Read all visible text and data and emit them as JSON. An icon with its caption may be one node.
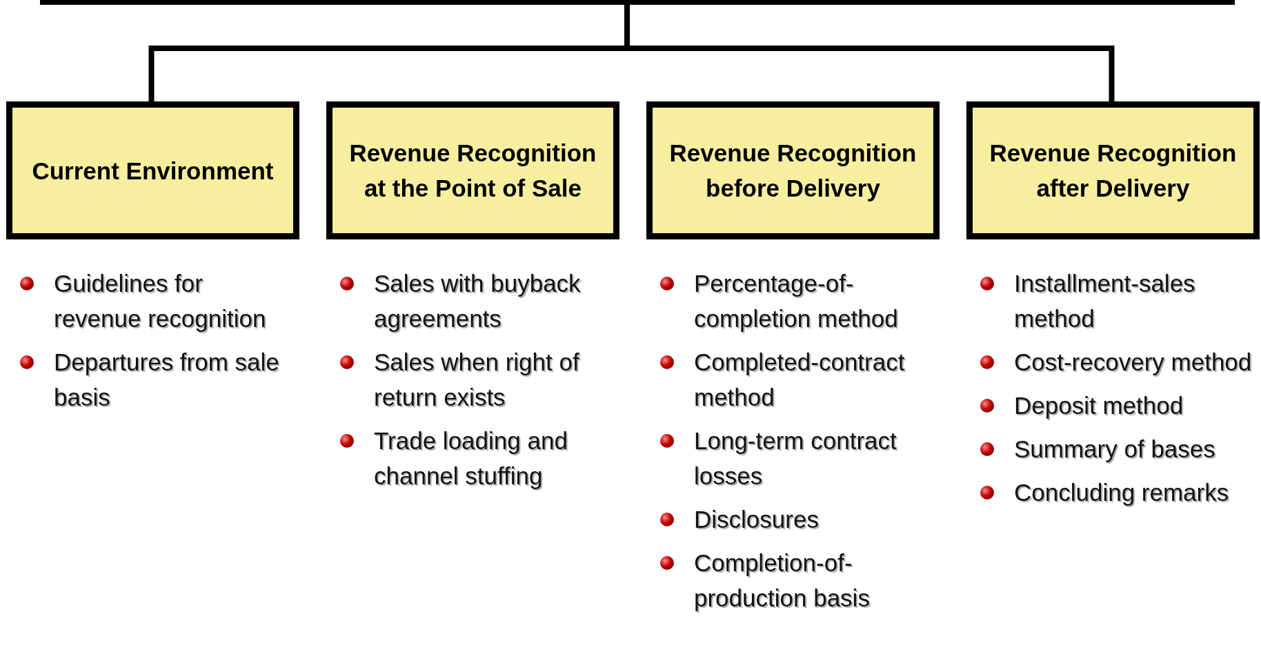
{
  "diagram": {
    "nodes": [
      {
        "text": [],
        "shape": "box"
      },
      {
        "text": [
          "Current Environment"
        ],
        "beside": [
          "Guidelines for revenue recognition",
          "Departures from sale basis"
        ]
      },
      {
        "text": [
          "Revenue Recognition at the Point of Sale"
        ],
        "beside": [
          "Sales with buyback agreements",
          "Sales when right of return exists",
          "Trade loading and channel stuffing"
        ]
      },
      {
        "text": [
          "Revenue Recognition before Delivery"
        ],
        "beside": [
          "Percentage-of-completion method",
          "Completed-contract method",
          "Long-term contract losses",
          "Disclosures",
          "Completion-of-production basis"
        ]
      },
      {
        "text": [
          "Revenue Recognition after Delivery"
        ],
        "beside": [
          "Installment-sales method",
          "Cost-recovery method",
          "Deposit method",
          "Summary of bases",
          "Concluding remarks"
        ]
      }
    ],
    "edges": [
      {
        "from": 0,
        "to": 1,
        "arrow": "none"
      },
      {
        "from": 0,
        "to": 4,
        "arrow": "none"
      }
    ]
  }
}
